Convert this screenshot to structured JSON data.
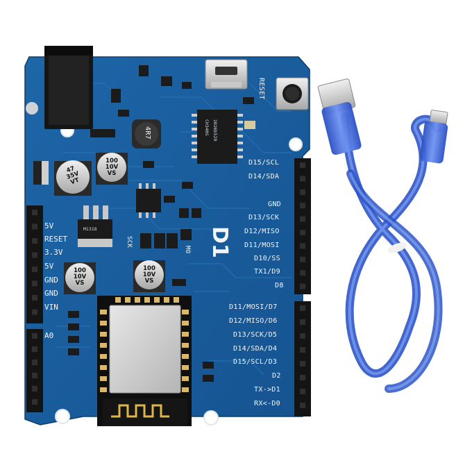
{
  "board": {
    "title": "D1",
    "reset_label": "RESET",
    "inductor_label": "4R7",
    "usb_chip_label": "CH340G",
    "usb_chip_code": "2026b529",
    "cap_big": [
      "47",
      "35V",
      "VT"
    ],
    "cap_100_a": [
      "100",
      "10V",
      "VS"
    ],
    "cap_100_b": [
      "100",
      "10V",
      "VS"
    ],
    "cap_100_c": [
      "100",
      "10V",
      "VS"
    ],
    "regulator_label": "M1318",
    "sck_label": "SCK",
    "mo_label": "MO",
    "right_pins": [
      "D15/SCL",
      "D14/SDA",
      "GND",
      "D13/SCK",
      "D12/MISO",
      "D11/MOSI",
      "D10/SS",
      "TX1/D9",
      "D8"
    ],
    "right_pins_lower": [
      "D11/MOSI/D7",
      "D12/MISO/D6",
      "D13/SCK/D5",
      "D14/SDA/D4",
      "D15/SCL/D3",
      "D2",
      "TX->D1",
      "RX<-D0"
    ],
    "left_pins": [
      "5V",
      "RESET",
      "3.3V",
      "5V",
      "GND",
      "GND",
      "VIN"
    ],
    "analog_label": "A0"
  },
  "cable": {
    "description_text": "USB cable"
  },
  "colors": {
    "pcb": "#1a5a9a",
    "pcb_dark": "#0f4478",
    "header": "#141414",
    "cable": "#3a63d8",
    "shield": "#c8c8c8"
  }
}
